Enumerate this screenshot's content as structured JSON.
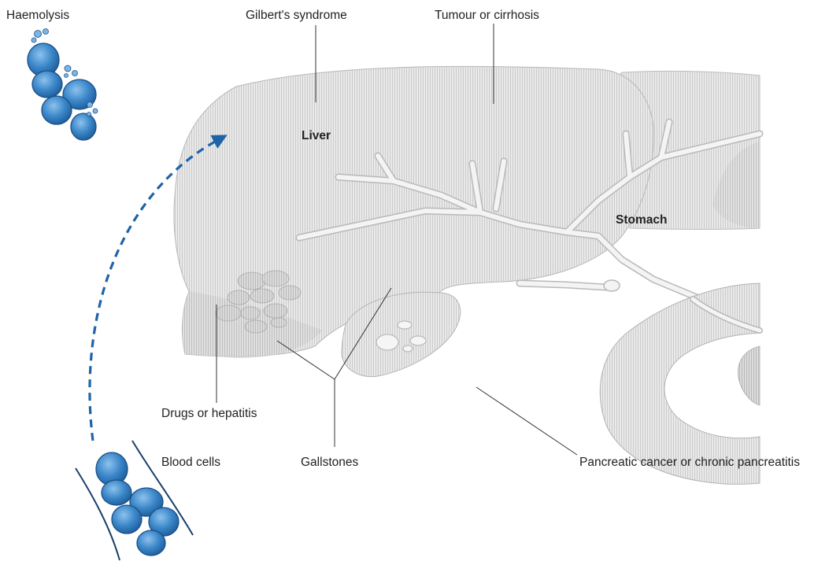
{
  "labels": {
    "haemolysis": "Haemolysis",
    "gilbert": "Gilbert's syndrome",
    "tumour": "Tumour or cirrhosis",
    "liver": "Liver",
    "stomach": "Stomach",
    "drugs": "Drugs or hepatitis",
    "blood_cells": "Blood cells",
    "gallstones": "Gallstones",
    "pancreatic": "Pancreatic cancer or chronic pancreatitis"
  },
  "colors": {
    "cell_fill": "#3a86c8",
    "cell_stroke": "#1b4f86",
    "cell_light": "#7db6e6",
    "arrow": "#1e63a8",
    "organ_fill": "#e6e6e6",
    "organ_hatch": "#c8c8c8",
    "leader_line": "#333333"
  }
}
